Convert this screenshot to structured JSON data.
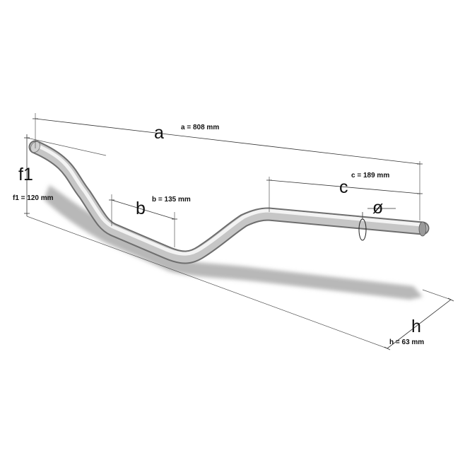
{
  "dimensions": {
    "a": {
      "symbol": "a",
      "label": "a = 808 mm"
    },
    "b": {
      "symbol": "b",
      "label": "b = 135 mm"
    },
    "c": {
      "symbol": "c",
      "label": "c = 189 mm"
    },
    "f1": {
      "symbol": "f1",
      "label": "f1 = 120 mm"
    },
    "h": {
      "symbol": "h",
      "label": "h = 63 mm"
    },
    "diameter": {
      "symbol": "ø"
    }
  },
  "colors": {
    "tube_light": "#f2f2f2",
    "tube_mid": "#bfbfbf",
    "tube_dark": "#7a7a7a",
    "shadow": "#b5b5b5",
    "lines": "#333333"
  }
}
